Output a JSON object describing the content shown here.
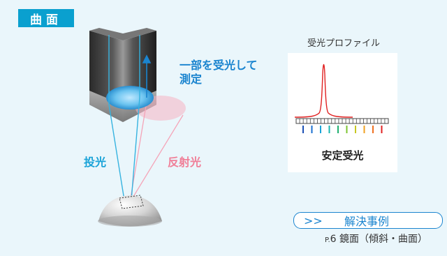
{
  "section_title": "曲面",
  "labels": {
    "projection": "投光",
    "reflection": "反射光",
    "partial_receive": "一部を受光して",
    "measure": "測定"
  },
  "profile": {
    "title": "受光プロファイル",
    "result": "安定受光"
  },
  "solution": {
    "arrow": ">>",
    "label": "解決事例"
  },
  "reference": {
    "page_prefix": "P.",
    "page_number": "6",
    "text": "鏡面（傾斜・曲面）"
  },
  "colors": {
    "accent": "#0aa0cf",
    "projection": "#1aa3d8",
    "reflection": "#f07f98",
    "peak": "#e02020"
  }
}
